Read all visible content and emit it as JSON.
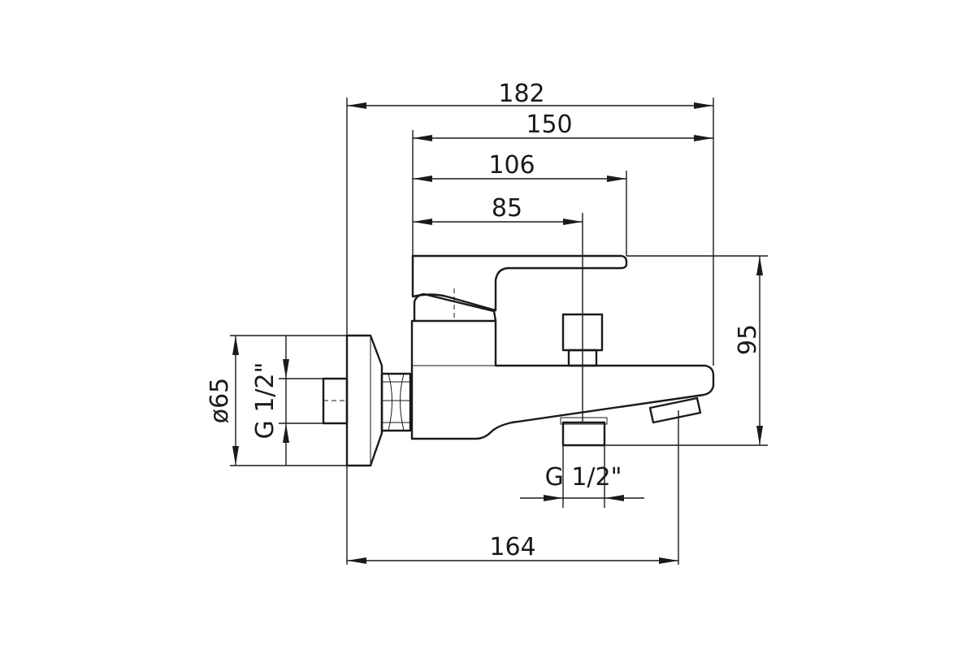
{
  "drawing": {
    "dimensions": {
      "overall_width": "182",
      "body_width": "150",
      "handle_length": "106",
      "outlet_offset": "85",
      "height": "95",
      "rosette_diameter": "ø65",
      "inlet_thread": "G 1/2\"",
      "outlet_thread": "G 1/2\"",
      "spout_projection": "164"
    }
  }
}
